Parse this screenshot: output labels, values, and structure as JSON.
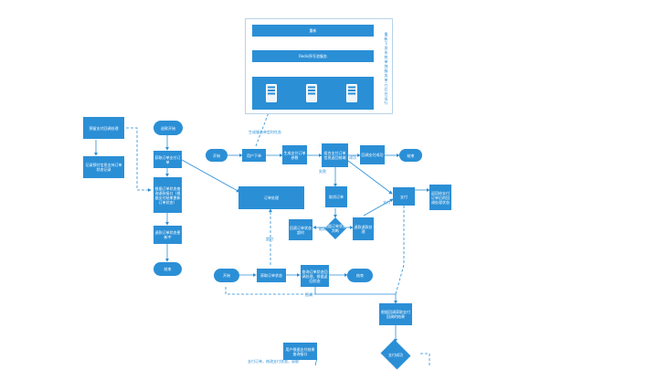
{
  "colors": {
    "node": "#2b8fd6",
    "line": "#2b8fd6",
    "panel_border": "#b7d4ea",
    "background": "#ffffff"
  },
  "panel": {
    "bar1": "重新",
    "bar2": "Redis序号池服务",
    "side_text": "重新下发系统单独服务单元后台运行",
    "icons": [
      "server-icon",
      "server-icon",
      "server-icon"
    ]
  },
  "left": {
    "n1": "预留支付回调处理",
    "n2": "记录预付信息支持订单状态记录",
    "start": "退款开始",
    "n3": "获取订单支付订单",
    "n4": "根据订单状态查询退款接口（根据支付结果更新订单状态）",
    "n5": "退款订单状态更新中",
    "end": "结束"
  },
  "top": {
    "caption": "生成服务单定时任务",
    "start": "开始",
    "pay": "用户下单",
    "n2": "生成支付订单参数",
    "n3": "组合支付订单信息返回前端",
    "n4": "回调支付成功",
    "end": "结束",
    "label_success": "成功",
    "label_fail": "失败"
  },
  "middle": {
    "order": "订单处理",
    "cancel": "取消订单",
    "revert": "回滚订单状态超时",
    "decision": "根据订单状态判断",
    "return": "退款退款处理",
    "pay_n": "支付",
    "notify": "返回给支付订单后的回调处理状态",
    "label_timeout": "超时",
    "label_cancel": "取消",
    "label_pay": "支付"
  },
  "bottom": {
    "start": "开始",
    "n1": "获取订单状态",
    "n2": "查询订单状态回调处理，根据返回状态",
    "end": "结束",
    "label_cb": "回调",
    "n3": "根据回调获取支付回调的结果",
    "n4": "用户根据支付结果查询接口",
    "decision": "支付成功",
    "note": "支付订单，修改支付状态，获取"
  }
}
